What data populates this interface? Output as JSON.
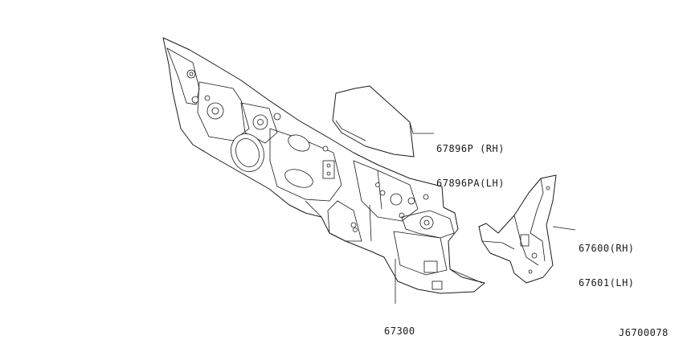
{
  "diagram_id": "J6700078",
  "parts": [
    {
      "key": "insulator",
      "lines": [
        "67896P (RH)",
        "67896PA(LH)"
      ]
    },
    {
      "key": "side-panel",
      "lines": [
        "67600(RH)",
        "67601(LH)"
      ]
    },
    {
      "key": "dash-panel",
      "lines": [
        "67300"
      ]
    }
  ],
  "colors": {
    "line": "#1a1a1a",
    "background": "#ffffff"
  }
}
